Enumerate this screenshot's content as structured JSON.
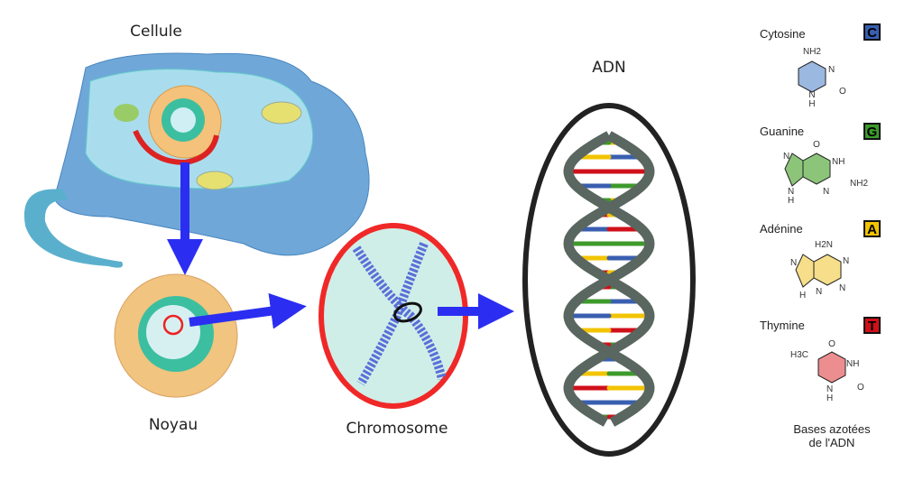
{
  "labels": {
    "cell": "Cellule",
    "nucleus": "Noyau",
    "chromosome": "Chromosome",
    "dna": "ADN",
    "bases_title_1": "Bases azotées",
    "bases_title_2": "de l'ADN"
  },
  "bases": [
    {
      "name": "Cytosine",
      "letter": "C",
      "color": "#3a5fb0",
      "fill": "#9ab8e0",
      "atoms": [
        "NH2",
        "N",
        "O",
        "N",
        "H"
      ]
    },
    {
      "name": "Guanine",
      "letter": "G",
      "color": "#3d9a2c",
      "fill": "#8cc57a",
      "atoms": [
        "O",
        "NH",
        "NH2",
        "N",
        "N",
        "N",
        "H"
      ]
    },
    {
      "name": "Adénine",
      "letter": "A",
      "color": "#f2c400",
      "fill": "#f7de8a",
      "atoms": [
        "H2N",
        "N",
        "N",
        "N",
        "N",
        "H"
      ]
    },
    {
      "name": "Thymine",
      "letter": "T",
      "color": "#d0101a",
      "fill": "#ec8d8f",
      "atoms": [
        "O",
        "H3C",
        "NH",
        "O",
        "N",
        "H"
      ]
    }
  ],
  "colors": {
    "arrow": "#2b2ef0",
    "chromosome_ring": "#f02828",
    "dna_ring": "#222222",
    "strand": "#5a6660"
  },
  "dna_rungs": [
    "#f2c400",
    "#3a5fb0",
    "#d0101a",
    "#3d9a2c",
    "#f2c400",
    "#d0101a",
    "#3a5fb0",
    "#3d9a2c",
    "#f2c400",
    "#d0101a",
    "#3d9a2c",
    "#3a5fb0",
    "#f2c400",
    "#d0101a",
    "#3d9a2c",
    "#3a5fb0",
    "#f2c400",
    "#d0101a",
    "#3a5fb0",
    "#3d9a2c"
  ]
}
